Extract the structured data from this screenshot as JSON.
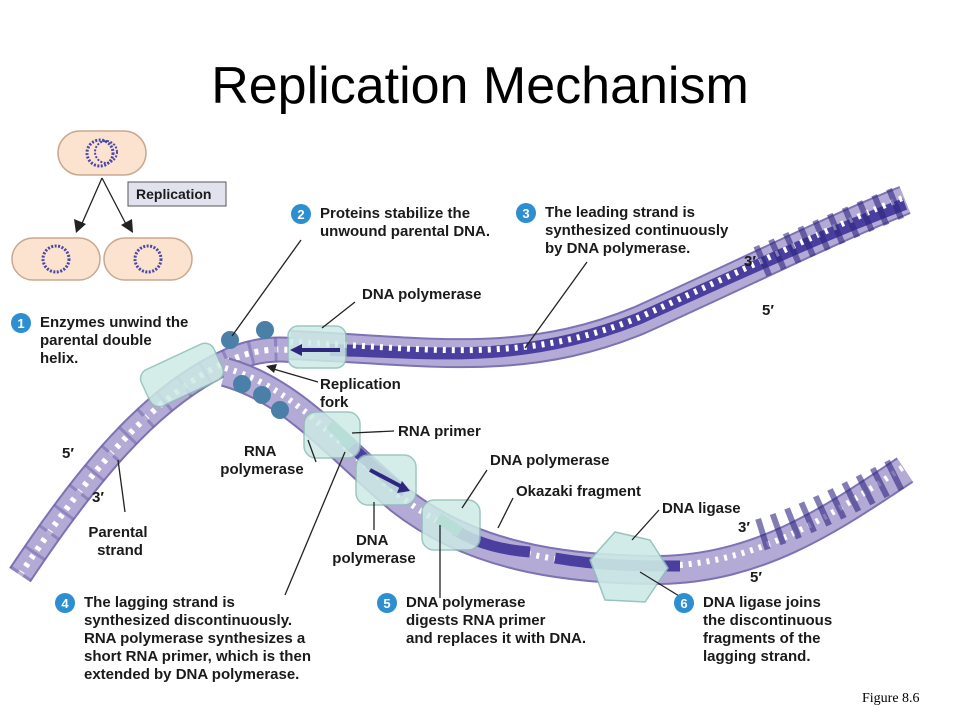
{
  "title": "Replication Mechanism",
  "figure_label": "Figure 8.6",
  "cell_inset": {
    "replication_label": "Replication"
  },
  "steps": [
    {
      "num": "1",
      "lines": [
        "Enzymes unwind the",
        "parental double",
        "helix."
      ]
    },
    {
      "num": "2",
      "lines": [
        "Proteins stabilize the",
        "unwound parental DNA."
      ]
    },
    {
      "num": "3",
      "lines": [
        "The leading strand is",
        "synthesized continuously",
        "by DNA polymerase."
      ]
    },
    {
      "num": "4",
      "lines": [
        "The lagging strand is",
        "synthesized discontinuously.",
        "RNA polymerase synthesizes a",
        "short RNA primer, which is then",
        "extended by DNA polymerase."
      ]
    },
    {
      "num": "5",
      "lines": [
        "DNA polymerase",
        "digests RNA primer",
        "and replaces it with DNA."
      ]
    },
    {
      "num": "6",
      "lines": [
        "DNA ligase joins",
        "the discontinuous",
        "fragments of the",
        "lagging strand."
      ]
    }
  ],
  "labels": {
    "dna_polymerase_top": "DNA polymerase",
    "replication_fork": [
      "Replication",
      "fork"
    ],
    "rna_primer": "RNA primer",
    "rna_polymerase": [
      "RNA",
      "polymerase"
    ],
    "dna_polymerase_mid": "DNA polymerase",
    "okazaki_fragment": "Okazaki fragment",
    "dna_ligase": "DNA ligase",
    "dna_polymerase_low": [
      "DNA",
      "polymerase"
    ],
    "parental_strand": [
      "Parental",
      "strand"
    ]
  },
  "primes": {
    "leading_3": "3′",
    "leading_5": "5′",
    "lagging_3": "3′",
    "lagging_5": "5′",
    "parental_5": "5′",
    "parental_3": "3′"
  },
  "colors": {
    "parental": "#b3aad6",
    "parental_edge": "#7d72b3",
    "new_dna": "#4a3f9e",
    "rna_primer": "#3d9b86",
    "enzyme": "#cdeae6",
    "enzyme_edge": "#8fbdb8",
    "helicase_blob": "#4a7fa8",
    "step_circle": "#2d8fd0",
    "cell_fill": "#fbe3cf",
    "cell_edge": "#c9a890",
    "chromosome": "#4a47a8",
    "tag_fill": "#e2e2ef"
  }
}
